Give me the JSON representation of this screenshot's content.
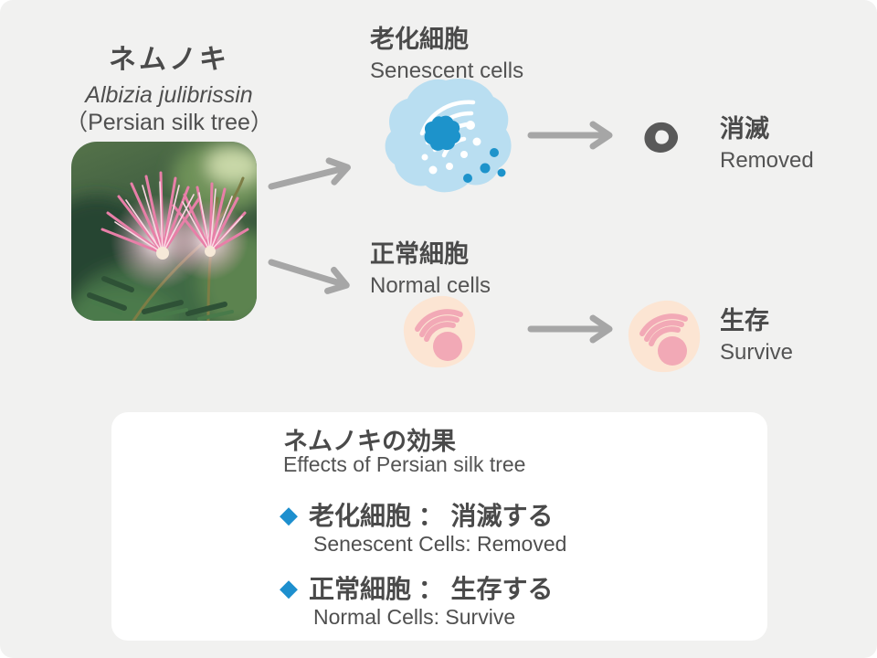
{
  "colors": {
    "background": "#f1f1f0",
    "card_background": "#ffffff",
    "accent_blue": "#1d8fce",
    "senescent_cell_body": "#b9def1",
    "senescent_nucleus": "#1d93cb",
    "normal_cell_body": "#fce5d3",
    "normal_cell_pink": "#f2a9b6",
    "arrow_gray": "#a6a6a6",
    "removed_blob_gray": "#595959",
    "text_gray": "#4a4a4a"
  },
  "plant": {
    "name_ja": "ネムノキ",
    "name_latin": "Albizia julibrissin",
    "name_en": "（Persian silk tree）"
  },
  "flow": {
    "senescent": {
      "ja": "老化細胞",
      "en": "Senescent cells"
    },
    "removed": {
      "ja": "消滅",
      "en": "Removed"
    },
    "normal": {
      "ja": "正常細胞",
      "en": "Normal cells"
    },
    "survive": {
      "ja": "生存",
      "en": "Survive"
    }
  },
  "card": {
    "title_ja": "ネムノキの効果",
    "title_en": "Effects of Persian silk tree",
    "bullet_icon": "◆",
    "bullets": [
      {
        "ja": "老化細胞 ： 消滅する",
        "en": "Senescent Cells: Removed"
      },
      {
        "ja": "正常細胞 ： 生存する",
        "en": "Normal Cells: Survive"
      }
    ]
  }
}
